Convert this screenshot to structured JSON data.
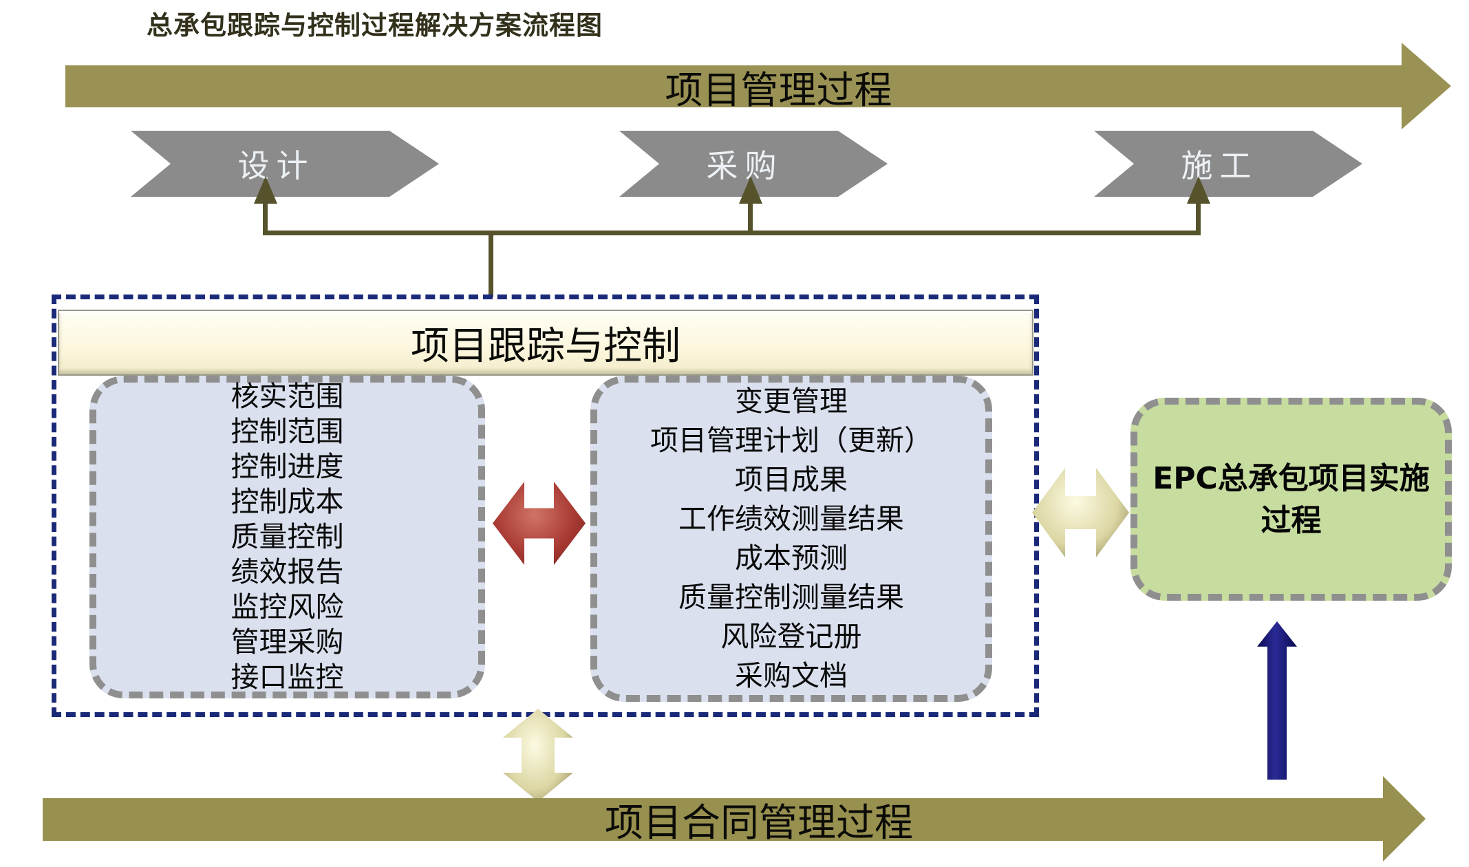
{
  "title": "总承包跟踪与控制过程解决方案流程图",
  "top_banner": {
    "label": "项目管理过程"
  },
  "phase_arrows": [
    {
      "label": "设计"
    },
    {
      "label": "采购"
    },
    {
      "label": "施工"
    }
  ],
  "tracking_box": {
    "header": "项目跟踪与控制",
    "left_items": [
      "核实范围",
      "控制范围",
      "控制进度",
      "控制成本",
      "质量控制",
      "绩效报告",
      "监控风险",
      "管理采购",
      "接口监控"
    ],
    "right_items": [
      "变更管理",
      "项目管理计划（更新）",
      "项目成果",
      "工作绩效测量结果",
      "成本预测",
      "质量控制测量结果",
      "风险登记册",
      "采购文档"
    ]
  },
  "epc_box": {
    "label": "EPC总承包项目实施过程"
  },
  "bottom_banner": {
    "label": "项目合同管理过程"
  },
  "colors": {
    "banner_olive": "#9a9254",
    "connector_olive": "#56532c",
    "phase_arrow_gray": "#8b8b8b",
    "dashed_border_navy": "#1b2a78",
    "header_cream": "#fdf8e3",
    "list_box_blue": "#dae0ee",
    "box_dash_gray": "#8f8f8f",
    "double_arrow_red": "#a83a33",
    "double_arrow_tan": "#dcd7a4",
    "epc_box_green": "#c7dc9f",
    "up_arrow_navy": "#15156b"
  }
}
